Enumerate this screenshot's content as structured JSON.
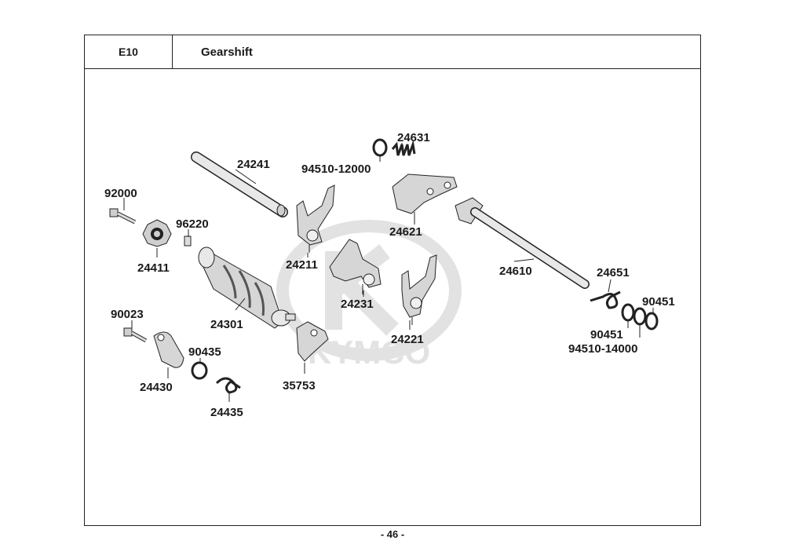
{
  "header": {
    "code": "E10",
    "title": "Gearshift"
  },
  "watermark": {
    "text": "KYMCO"
  },
  "parts": [
    "24241",
    "92000",
    "96220",
    "24411",
    "24211",
    "94510-12000",
    "24631",
    "24621",
    "24610",
    "24651",
    "90451",
    "90451",
    "94510-14000",
    "24231",
    "24221",
    "24301",
    "90023",
    "90435",
    "24430",
    "24435",
    "35753"
  ],
  "footer": {
    "page": "- 46 -"
  },
  "colors": {
    "line": "#222222",
    "part_fill": "#dcdcdc",
    "watermark": "#e2e2e2"
  }
}
